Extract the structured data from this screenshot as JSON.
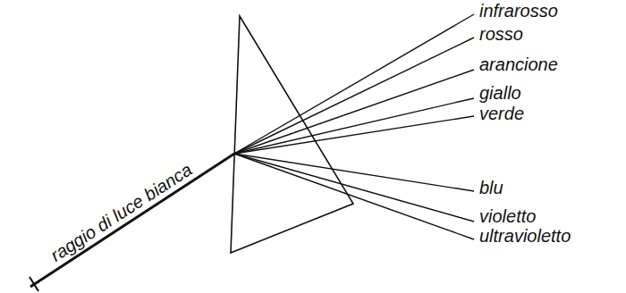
{
  "diagram": {
    "labels": [
      "raggio di luce bianca",
      "infrarosso",
      "rosso",
      "arancione",
      "giallo",
      "verde",
      "blu",
      "violetto",
      "ultravioletto"
    ]
  }
}
